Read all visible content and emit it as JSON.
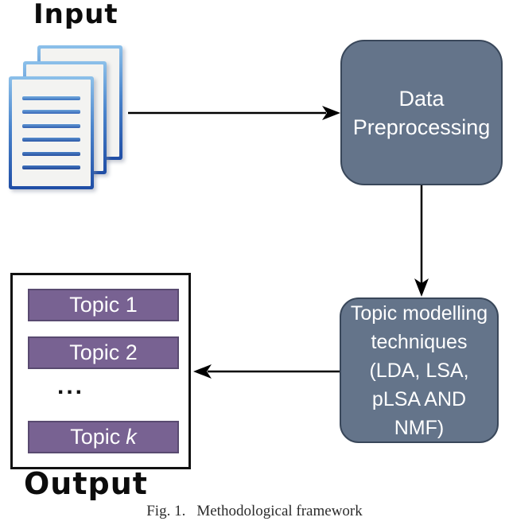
{
  "figure": {
    "input_label": "Input",
    "output_label": "Output",
    "preprocessing_box": {
      "lines": [
        "Data",
        "Preprocessing"
      ]
    },
    "topic_box": {
      "lines": [
        "Topic modelling",
        "techniques",
        "(LDA, LSA,",
        "pLSA AND",
        "NMF)"
      ]
    },
    "output_box": {
      "topic1": "Topic 1",
      "topic2": "Topic 2",
      "ellipsis": "...",
      "topic_k_prefix": "Topic",
      "topic_k_var": "k"
    },
    "caption": {
      "label": "Fig. 1.",
      "text": "Methodological framework"
    },
    "colors": {
      "process_box_fill": "#64748a",
      "process_box_border": "#39475a",
      "topic_bar_fill": "#786292",
      "topic_bar_border": "#594a70",
      "doc_border_light": "#8cc0ea",
      "doc_border_dark": "#1f4da5",
      "arrow": "#000000"
    }
  }
}
